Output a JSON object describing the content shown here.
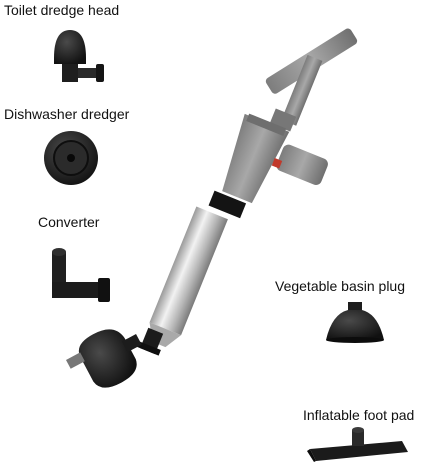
{
  "labels": {
    "toilet_dredge_head": "Toilet dredge head",
    "dishwasher_dredger": "Dishwasher dredger",
    "converter": "Converter",
    "vegetable_basin_plug": "Vegetable basin plug",
    "inflatable_foot_pad": "Inflatable foot pad"
  },
  "colors": {
    "background": "#ffffff",
    "rubber_black": "#1b1b1b",
    "pump_gray": "#8e8e8e",
    "steel_light": "#d8d8d8",
    "red_accent": "#c0392b"
  },
  "icons": [
    "toilet-dredge-head-icon",
    "dishwasher-dredger-icon",
    "converter-icon",
    "vegetable-basin-plug-icon",
    "inflatable-foot-pad-icon",
    "drain-pump-plunger-icon"
  ]
}
